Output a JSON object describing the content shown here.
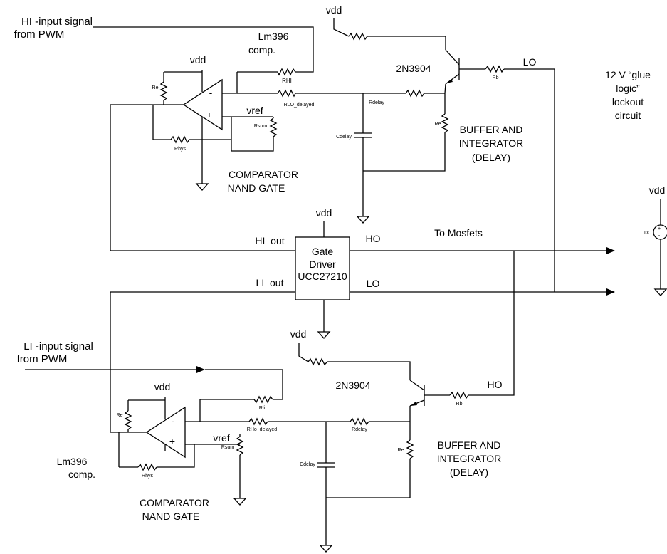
{
  "labels": {
    "hi_input": [
      "HI -input signal",
      "from PWM"
    ],
    "li_input": [
      "LI -input signal",
      "from PWM"
    ],
    "lm396_top": [
      "Lm396",
      "comp."
    ],
    "lm396_bot": [
      "Lm396",
      "comp."
    ],
    "vdd": "vdd",
    "vref": "vref",
    "transistor": "2N3904",
    "lo": "LO",
    "ho": "HO",
    "hi_out": "HI_out",
    "li_out": "LI_out",
    "to_mosfets": "To Mosfets",
    "glue_logic": [
      "12 V “glue",
      "logic”",
      "lockout",
      "circuit"
    ],
    "buffer": [
      "BUFFER AND",
      "INTEGRATOR",
      "(DELAY)"
    ],
    "comparator": [
      "COMPARATOR",
      "NAND GATE"
    ],
    "gate_driver": [
      "Gate",
      "Driver",
      "UCC27210"
    ],
    "dc": "DC",
    "minus": "-",
    "plus": "+"
  },
  "components": {
    "re": "Re",
    "rhi": "RHI",
    "rli": "Rli",
    "rhys": "Rhys",
    "rsum": "Rsum",
    "rlo_delayed": "RLO_delayed",
    "rho_delayed": "RHo_delayed",
    "rdelay": "Rdelay",
    "cdelay": "Cdelay",
    "rb": "Rb"
  }
}
